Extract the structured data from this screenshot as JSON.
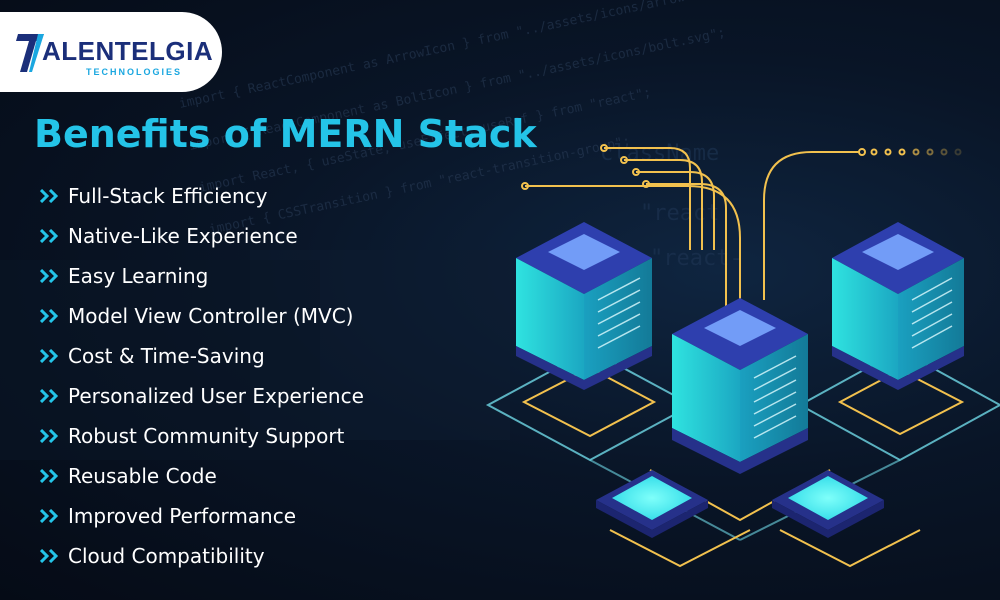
{
  "logo": {
    "name": "ALENTELGIA",
    "tagline": "TECHNOLOGIES",
    "icon": "talentelgia-t-logo-icon"
  },
  "title": "Benefits of MERN Stack",
  "benefits": [
    "Full-Stack Efficiency",
    "Native-Like Experience",
    "Easy Learning",
    "Model View Controller (MVC)",
    "Cost & Time-Saving",
    "Personalized User Experience",
    "Robust Community Support",
    "Reusable Code",
    "Improved Performance",
    "Cloud Compatibility"
  ],
  "bullet_icon": "double-chevron-right-icon",
  "illustration": "server-cubes-network-illustration",
  "colors": {
    "background": "#07111f",
    "title": "#24c4e8",
    "bullet": "#24c4e8",
    "text": "#ffffff",
    "circuit": "#f2c14e",
    "server_top": "#2e3fae",
    "server_glow": "#3ff5f0",
    "logo_blue": "#1b2f7a"
  }
}
